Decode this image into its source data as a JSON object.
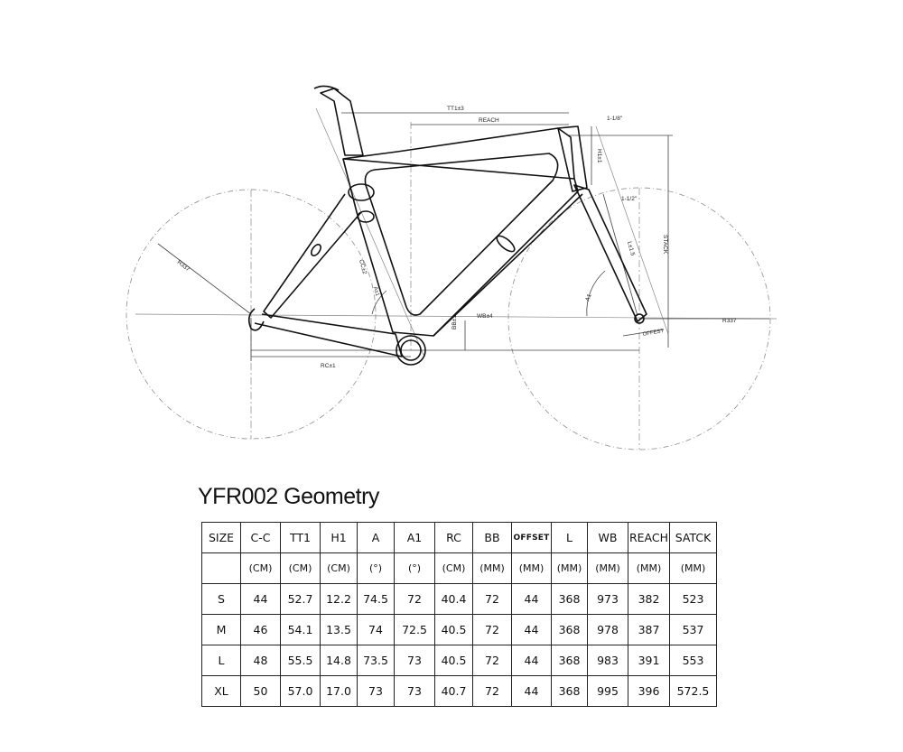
{
  "title": "YFR002 Geometry",
  "diagram": {
    "labels": {
      "tt1": "TT1±3",
      "reach": "REACH",
      "steerer_top": "1-1/8\"",
      "steerer_bottom": "1-1/2\"",
      "h1": "H1±1",
      "stack": "STACK",
      "l": "L±1.5",
      "a1": "A1",
      "offset": "OFFEST",
      "r337_rear": "R337",
      "r337_front": "R337",
      "cc": "CC±2",
      "a": "A±1",
      "wb": "WB±4",
      "bb": "BB±1",
      "rc": "RC±1"
    }
  },
  "table": {
    "headers": [
      "SIZE",
      "C-C",
      "TT1",
      "H1",
      "A",
      "A1",
      "RC",
      "BB",
      "OFFSET",
      "L",
      "WB",
      "REACH",
      "SATCK"
    ],
    "units": [
      "",
      "(CM)",
      "(CM)",
      "(CM)",
      "(°)",
      "(°)",
      "(CM)",
      "(MM)",
      "(MM)",
      "(MM)",
      "(MM)",
      "(MM)",
      "(MM)"
    ],
    "rows": [
      [
        "S",
        "44",
        "52.7",
        "12.2",
        "74.5",
        "72",
        "40.4",
        "72",
        "44",
        "368",
        "973",
        "382",
        "523"
      ],
      [
        "M",
        "46",
        "54.1",
        "13.5",
        "74",
        "72.5",
        "40.5",
        "72",
        "44",
        "368",
        "978",
        "387",
        "537"
      ],
      [
        "L",
        "48",
        "55.5",
        "14.8",
        "73.5",
        "73",
        "40.5",
        "72",
        "44",
        "368",
        "983",
        "391",
        "553"
      ],
      [
        "XL",
        "50",
        "57.0",
        "17.0",
        "73",
        "73",
        "40.7",
        "72",
        "44",
        "368",
        "995",
        "396",
        "572.5"
      ]
    ]
  }
}
